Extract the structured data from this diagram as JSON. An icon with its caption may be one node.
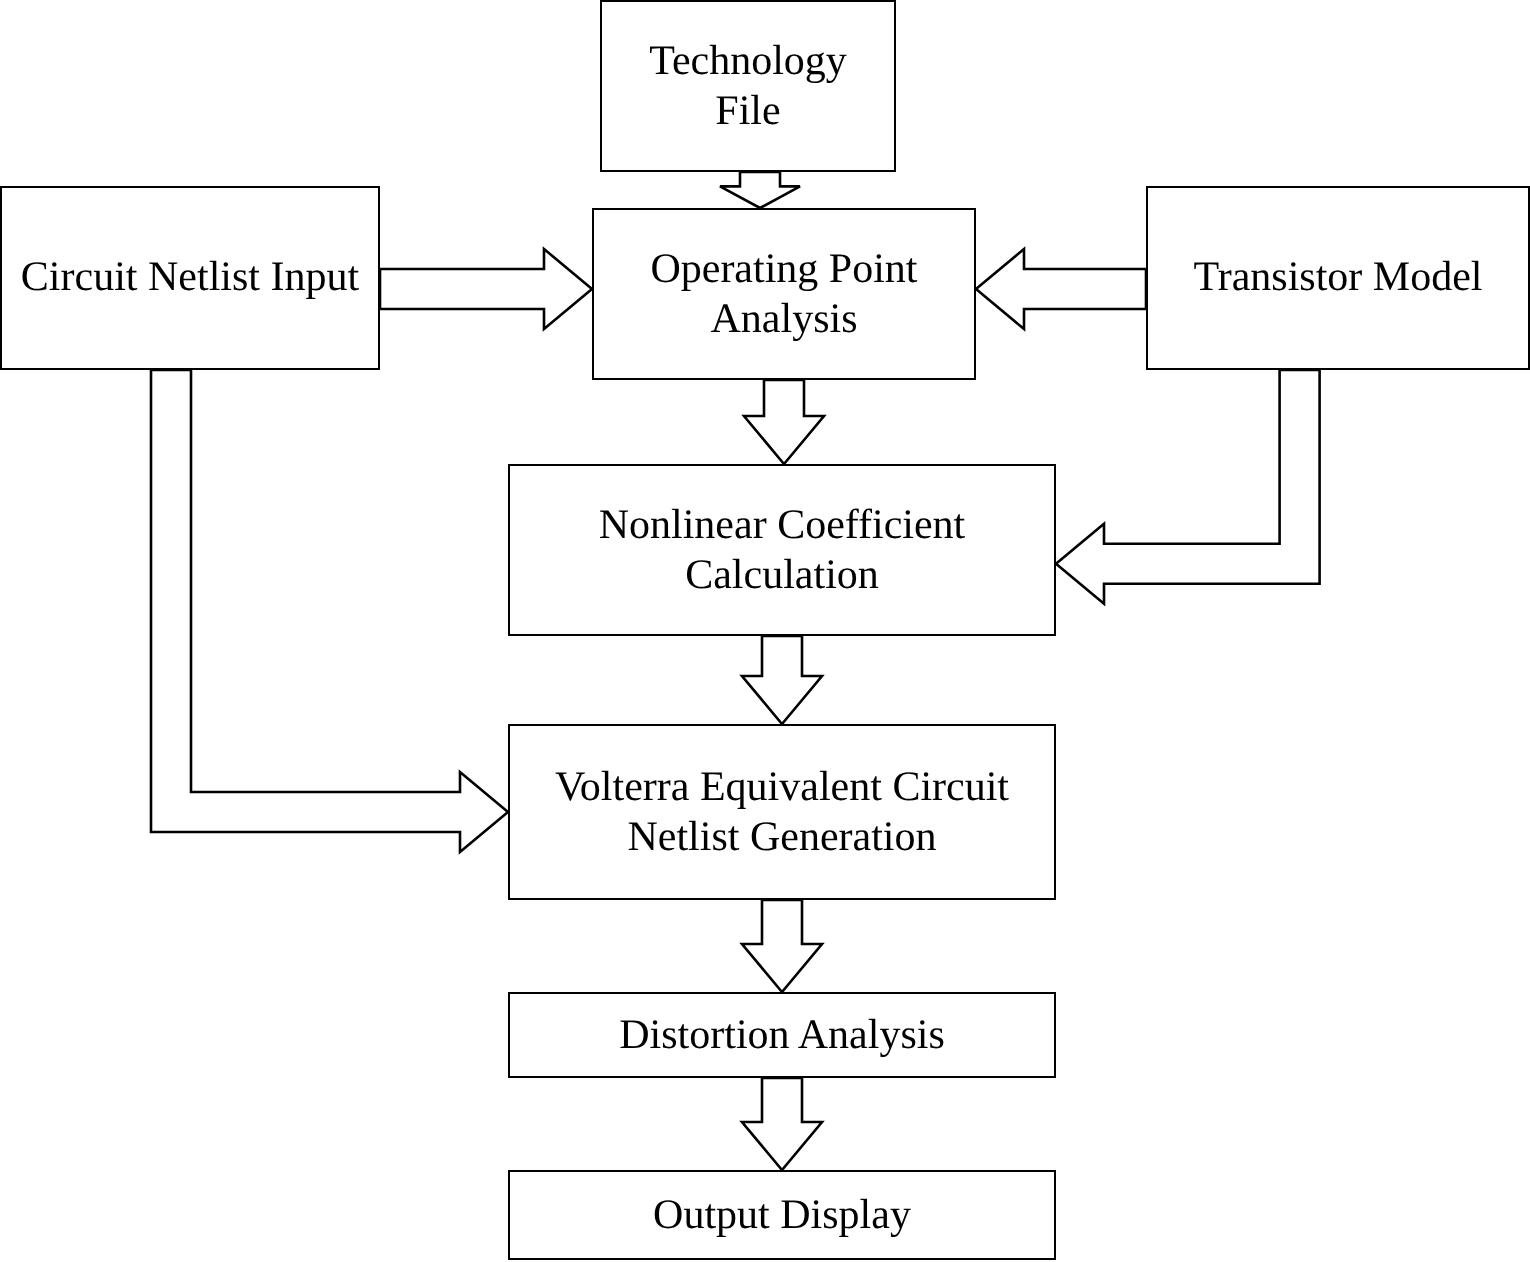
{
  "diagram": {
    "nodes": [
      {
        "text": [
          "Technology File"
        ]
      },
      {
        "text": [
          "Circuit Netlist Input"
        ]
      },
      {
        "text": [
          "Operating Point Analysis"
        ]
      },
      {
        "text": [
          "Transistor Model"
        ]
      },
      {
        "text": [
          "Nonlinear Coefficient Calculation"
        ]
      },
      {
        "text": [
          "Volterra Equivalent Circuit Netlist Generation"
        ]
      },
      {
        "text": [
          "Distortion Analysis"
        ]
      },
      {
        "text": [
          "Output Display"
        ]
      }
    ],
    "edges": [
      {
        "from": 0,
        "to": 2,
        "arrow": "to"
      },
      {
        "from": 1,
        "to": 2,
        "arrow": "to"
      },
      {
        "from": 3,
        "to": 2,
        "arrow": "to"
      },
      {
        "from": 2,
        "to": 4,
        "arrow": "to"
      },
      {
        "from": 3,
        "to": 4,
        "arrow": "to"
      },
      {
        "from": 1,
        "to": 5,
        "arrow": "to"
      },
      {
        "from": 4,
        "to": 5,
        "arrow": "to"
      },
      {
        "from": 5,
        "to": 6,
        "arrow": "to"
      },
      {
        "from": 6,
        "to": 7,
        "arrow": "to"
      }
    ]
  }
}
